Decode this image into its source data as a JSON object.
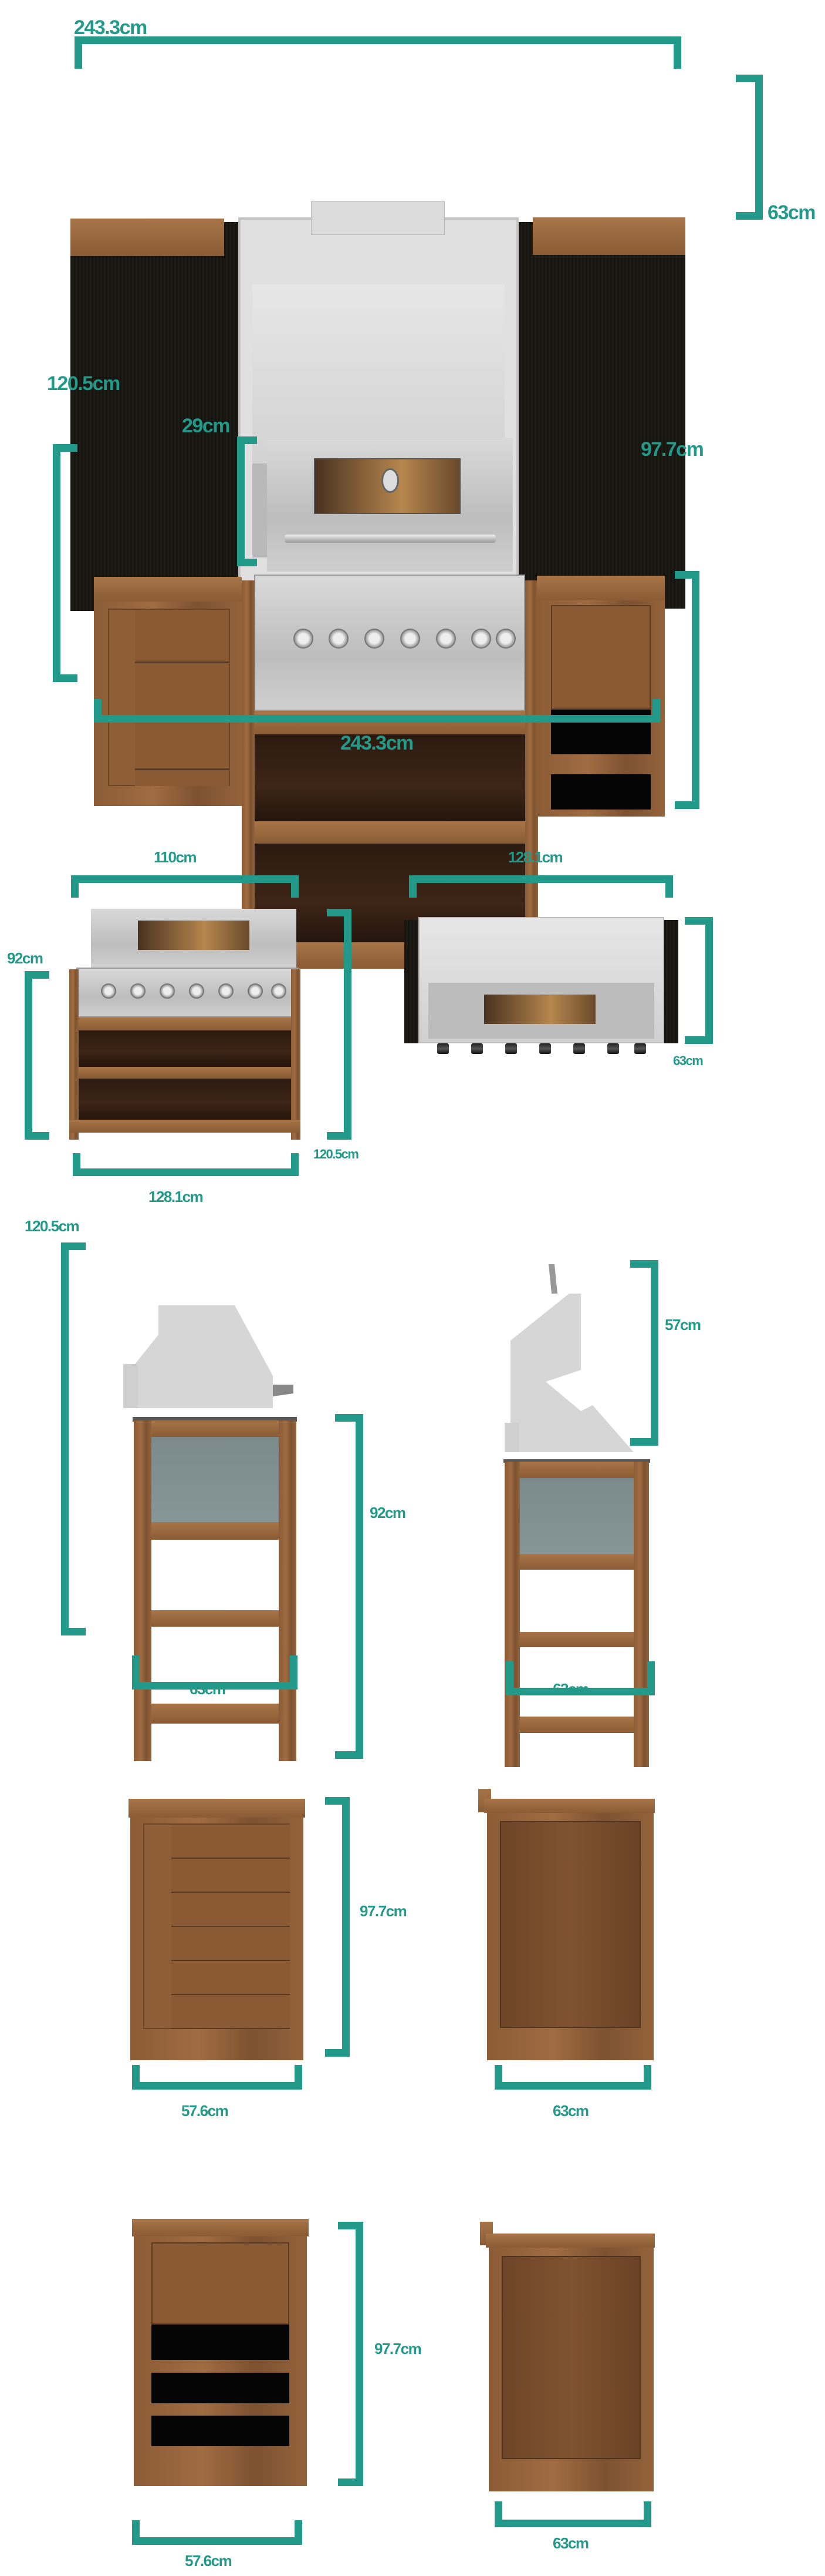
{
  "colors": {
    "accent": "#23998a",
    "wood": "#8b5c36",
    "steel": "#c8c8c8"
  },
  "top_view": {
    "width_label": "243.3cm",
    "depth_label": "63cm"
  },
  "front_view": {
    "total_height_label": "120.5cm",
    "hood_height_label": "29cm",
    "cabinet_height_label": "97.7cm",
    "width_label": "243.3cm"
  },
  "grill_module_front": {
    "top_width_label": "110cm",
    "counter_height_label": "92cm",
    "total_height_label": "120.5cm",
    "bottom_width_label": "128.1cm"
  },
  "grill_module_top": {
    "width_label": "128.1cm",
    "depth_label": "63cm"
  },
  "grill_side_closed": {
    "total_height_label": "120.5cm",
    "counter_height_label": "92cm",
    "depth_label": "63cm"
  },
  "grill_side_open": {
    "hood_open_label": "57cm",
    "depth_label": "63cm"
  },
  "door_cabinet": {
    "height_label": "97.7cm",
    "width_label": "57.6cm",
    "side_depth_label": "63cm"
  },
  "wine_cabinet": {
    "height_label": "97.7cm",
    "width_label": "57.6cm",
    "side_depth_label": "63cm"
  }
}
